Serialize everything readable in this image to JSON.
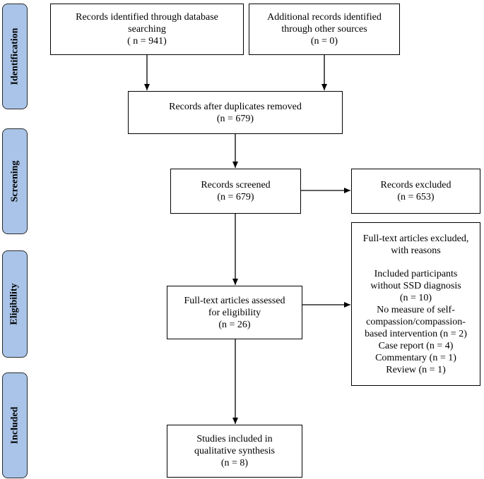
{
  "phases": {
    "identification": "Identification",
    "screening": "Screening",
    "eligibility": "Eligibility",
    "included": "Included"
  },
  "boxes": {
    "db_search": {
      "line1": "Records identified through database",
      "line2": "searching",
      "line3": "( n = 941)"
    },
    "other_sources": {
      "line1": "Additional records identified",
      "line2": "through other sources",
      "line3": "(n = 0)"
    },
    "duplicates_removed": {
      "line1": "Records after duplicates removed",
      "line2": "(n = 679)"
    },
    "screened": {
      "line1": "Records screened",
      "line2": "(n = 679)"
    },
    "excluded": {
      "line1": "Records excluded",
      "line2": "(n = 653)"
    },
    "fulltext_assessed": {
      "line1": "Full-text articles assessed",
      "line2": "for eligibility",
      "line3": "(n = 26)"
    },
    "fulltext_excluded": {
      "line1": "Full-text articles excluded,",
      "line2": "with reasons",
      "line3": "Included participants",
      "line4": "without SSD diagnosis",
      "line5": "(n = 10)",
      "line6": "No measure of self-",
      "line7": "compassion/compassion-",
      "line8": "based intervention (n = 2)",
      "line9": "Case report (n = 4)",
      "line10": "Commentary (n = 1)",
      "line11": "Review (n = 1)"
    },
    "included_studies": {
      "line1": "Studies included in",
      "line2": "qualitative synthesis",
      "line3": "(n = 8)"
    }
  }
}
